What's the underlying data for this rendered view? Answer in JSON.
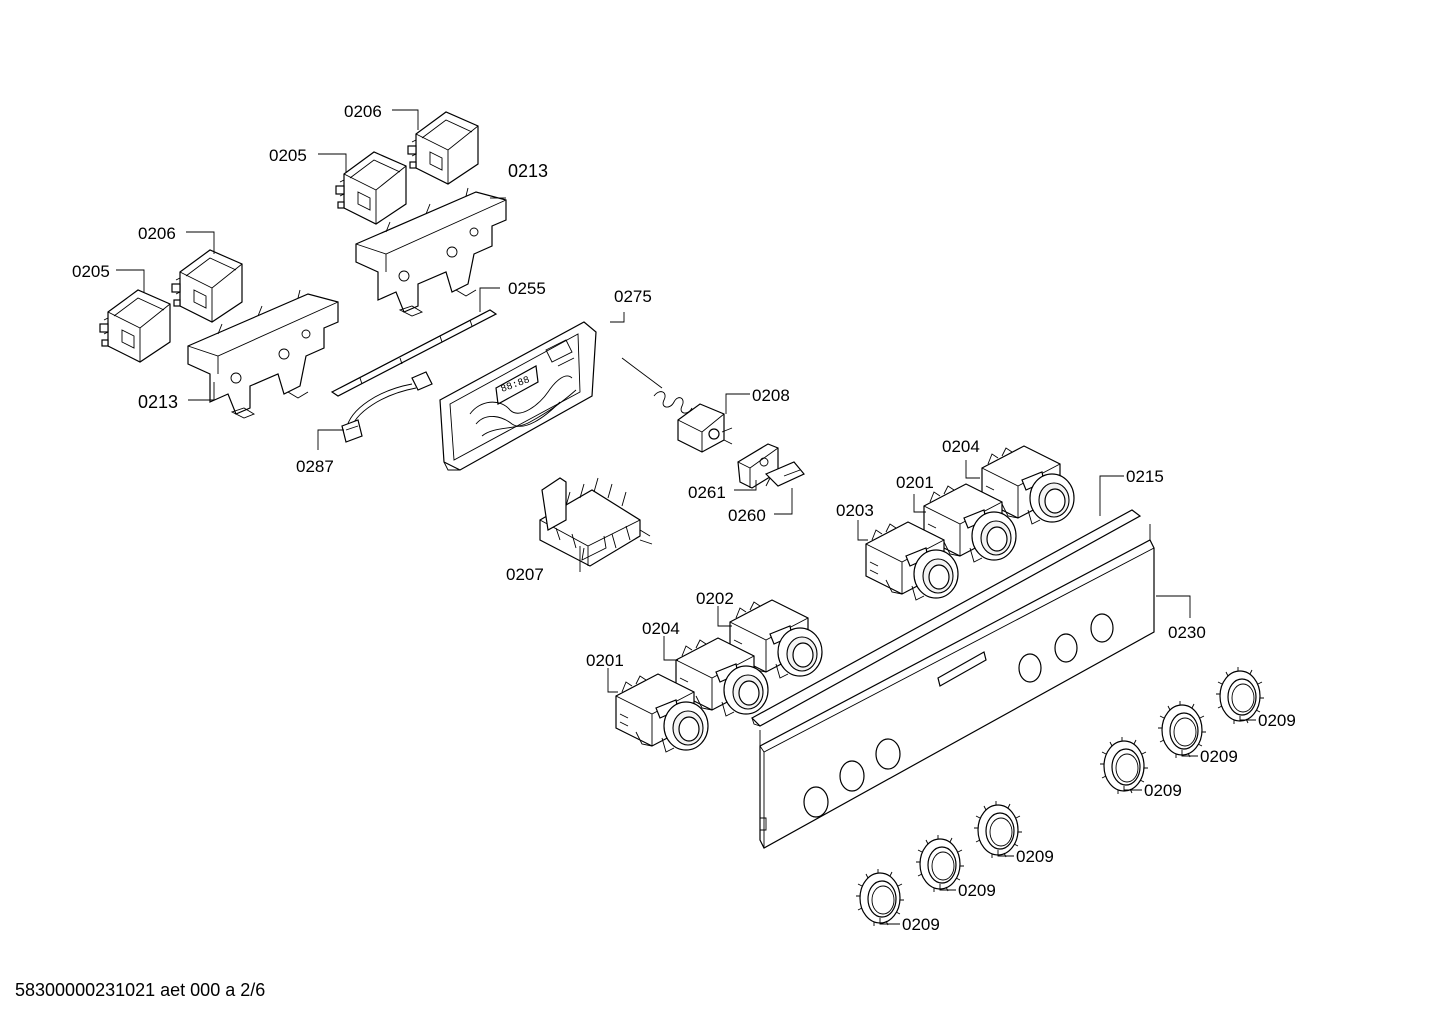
{
  "footer": {
    "drawing_id": "58300000231021 aet 000 a 2/6"
  },
  "callouts": {
    "c0206_a": "0206",
    "c0205_a": "0205",
    "c0213_a": "0213",
    "c0206_b": "0206",
    "c0205_b": "0205",
    "c0213_b": "0213",
    "c0255": "0255",
    "c0275": "0275",
    "c0287": "0287",
    "c0208": "0208",
    "c0261": "0261",
    "c0260": "0260",
    "c0207": "0207",
    "c0204_a": "0204",
    "c0201_a": "0201",
    "c0203": "0203",
    "c0215": "0215",
    "c0230": "0230",
    "c0202": "0202",
    "c0204_b": "0204",
    "c0201_b": "0201",
    "c0209_1": "0209",
    "c0209_2": "0209",
    "c0209_3": "0209",
    "c0209_4": "0209",
    "c0209_5": "0209",
    "c0209_6": "0209"
  },
  "parts": [
    "0201",
    "0202",
    "0203",
    "0204",
    "0205",
    "0206",
    "0207",
    "0208",
    "0209",
    "0213",
    "0215",
    "0230",
    "0255",
    "0260",
    "0261",
    "0275",
    "0287"
  ]
}
